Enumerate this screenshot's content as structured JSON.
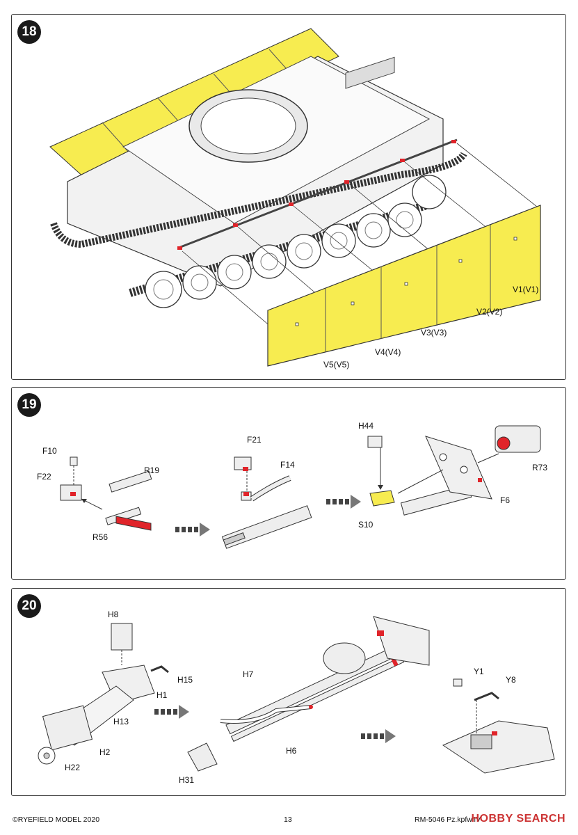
{
  "step18": {
    "number": "18",
    "labels": [
      "V1(V1)",
      "V2(V2)",
      "V3(V3)",
      "V4(V4)",
      "V5(V5)"
    ]
  },
  "step19": {
    "number": "19",
    "labels": [
      "F10",
      "F22",
      "R19",
      "R56",
      "F21",
      "F14",
      "H44",
      "S10",
      "R73",
      "F6"
    ]
  },
  "step20": {
    "number": "20",
    "labels": [
      "H8",
      "H15",
      "H1",
      "H13",
      "H2",
      "H22",
      "H7",
      "H6",
      "H31",
      "Y1",
      "Y8"
    ]
  },
  "footer": {
    "copyright": "©RYEFIELD MODEL 2020",
    "page": "13",
    "code": "RM-5046  Pz.kpfw.IV"
  },
  "watermark": "HOBBY SEARCH",
  "colors": {
    "accent_yellow": "#f7ec50",
    "accent_red": "#e0242a"
  }
}
